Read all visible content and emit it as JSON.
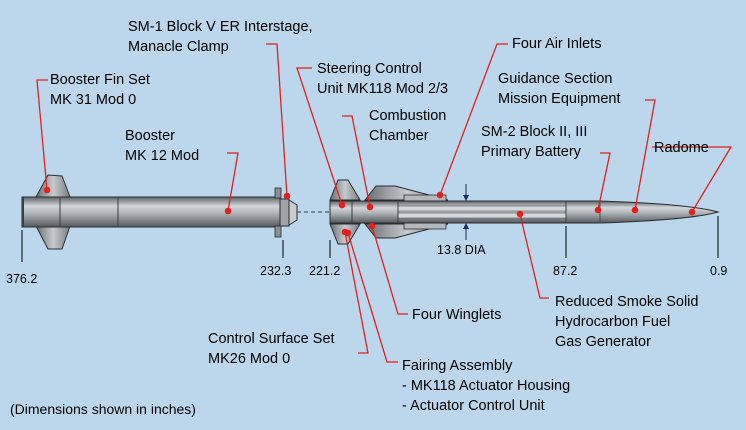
{
  "labels": {
    "booster_fin": [
      "Booster Fin Set",
      "MK 31 Mod 0"
    ],
    "interstage": [
      "SM-1 Block V ER Interstage,",
      "Manacle Clamp"
    ],
    "steering": [
      "Steering Control",
      "Unit MK118 Mod 2/3"
    ],
    "air_inlets": [
      "Four Air Inlets"
    ],
    "guidance": [
      "Guidance Section",
      "Mission Equipment"
    ],
    "booster": [
      "Booster",
      "MK 12 Mod"
    ],
    "combustion": [
      "Combustion",
      "Chamber"
    ],
    "battery": [
      "SM-2 Block II, III",
      "Primary Battery"
    ],
    "radome": [
      "Radome"
    ],
    "winglets": [
      "Four Winglets"
    ],
    "gas_generator": [
      "Reduced Smoke Solid",
      "Hydrocarbon Fuel",
      "Gas Generator"
    ],
    "control_surface": [
      "Control Surface Set",
      "MK26 Mod 0"
    ],
    "fairing": [
      "Fairing Assembly",
      "- MK118 Actuator Housing",
      "- Actuator Control Unit"
    ]
  },
  "dimensions": {
    "station_376": "376.2",
    "station_232": "232.3",
    "station_221": "221.2",
    "station_87": "87.2",
    "station_0": "0.9",
    "diameter": "13.8 DIA"
  },
  "note": "(Dimensions shown in inches)",
  "colors": {
    "background": "#bcd7ec",
    "leader": "#e0201c",
    "body_light": "#c9cdd1",
    "body_dark": "#5c6064"
  }
}
